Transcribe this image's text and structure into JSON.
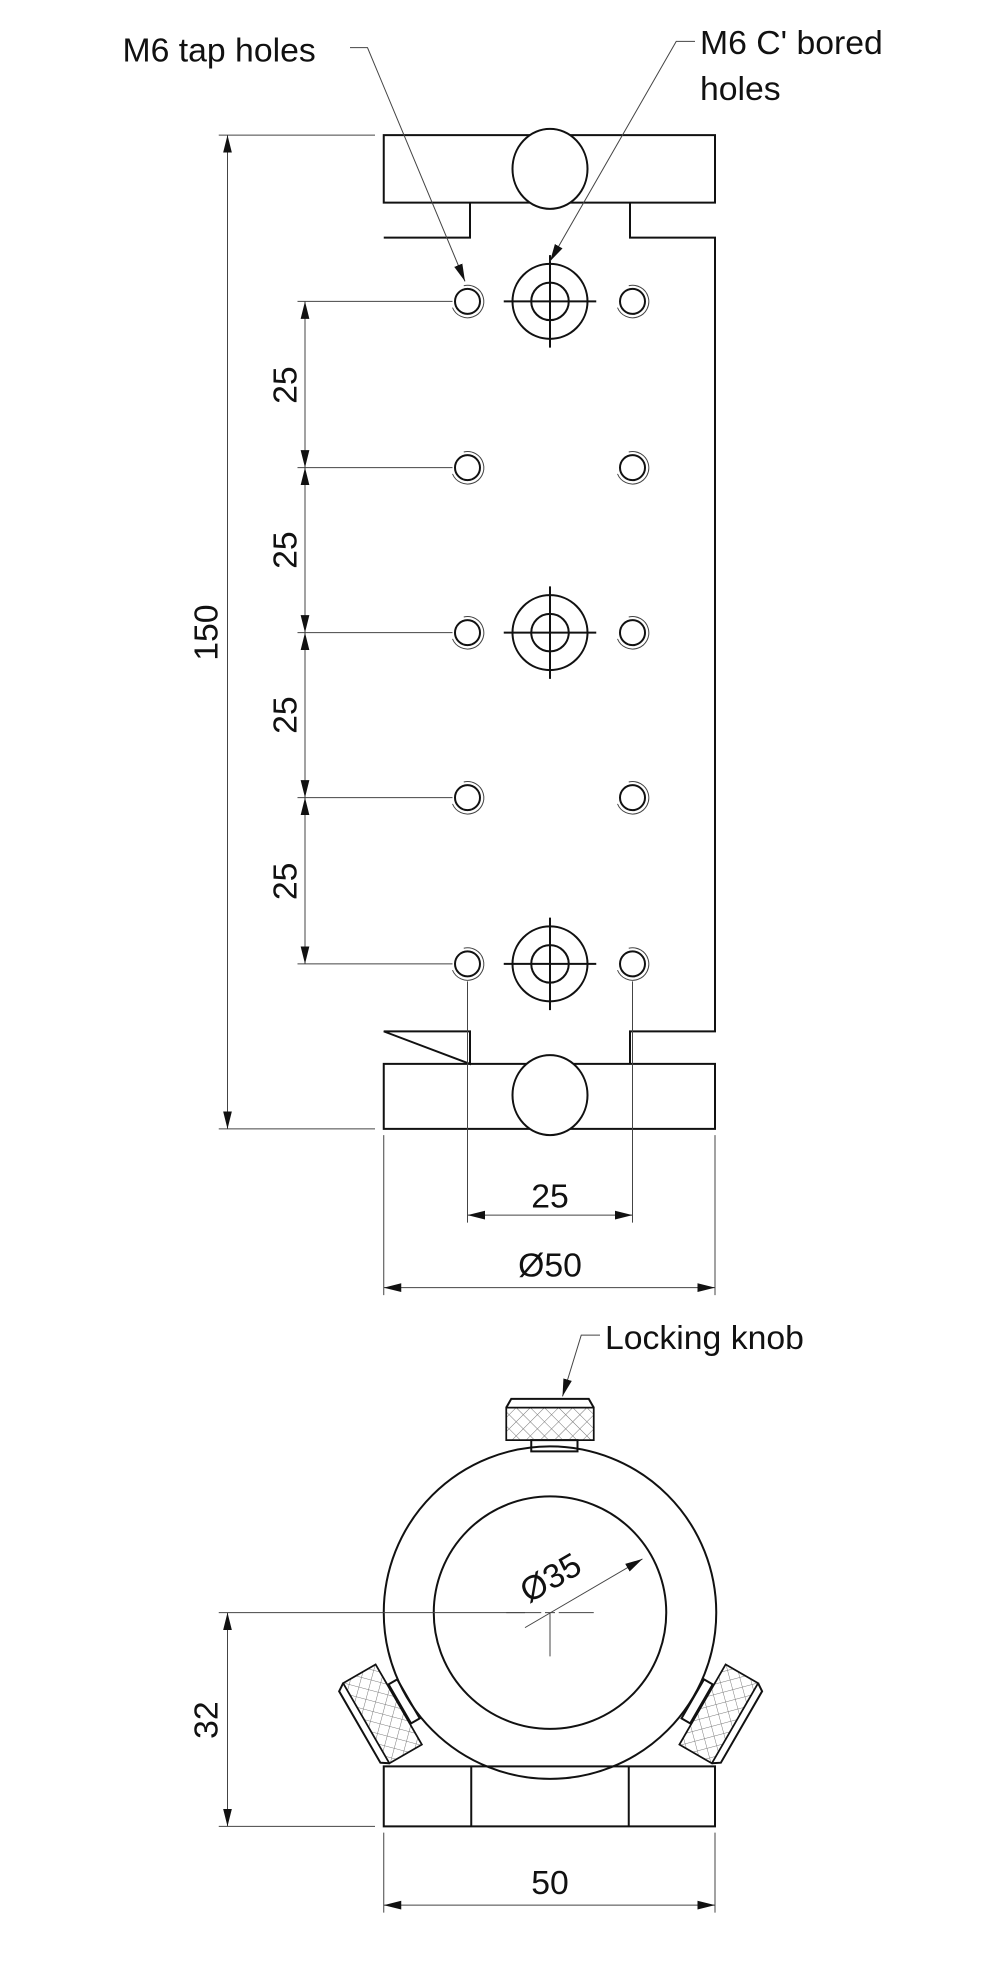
{
  "callouts": {
    "tap_holes": "M6 tap holes",
    "cbored_line1": "M6 C' bored",
    "cbored_line2": "holes",
    "locking_knob": "Locking knob"
  },
  "dimensions": {
    "overall_length": "150",
    "pitch_1": "25",
    "pitch_2": "25",
    "pitch_3": "25",
    "pitch_4": "25",
    "hole_spacing": "25",
    "outer_diameter": "Ø50",
    "bore_diameter": "Ø35",
    "center_height": "32",
    "base_width": "50"
  },
  "colors": {
    "line": "#111111",
    "background": "#ffffff"
  }
}
